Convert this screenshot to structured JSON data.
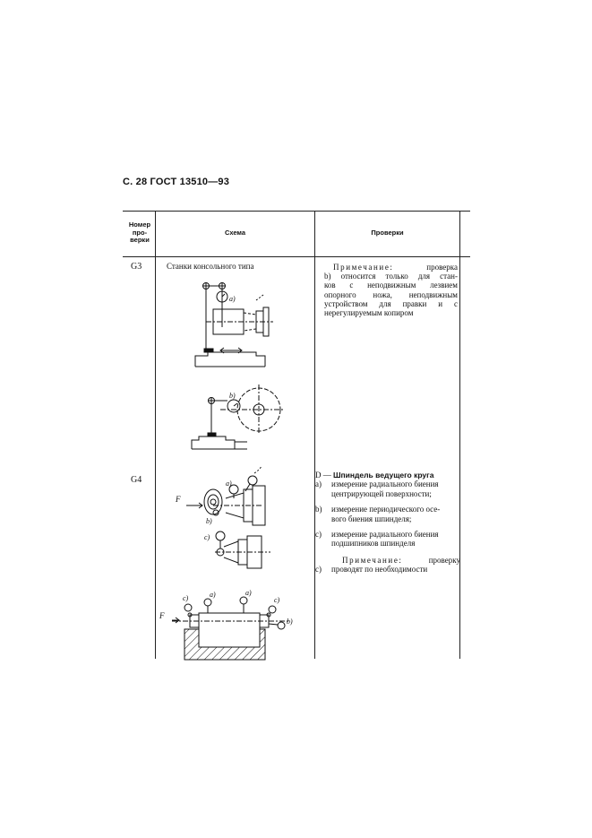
{
  "page_header": "С. 28 ГОСТ 13510—93",
  "columns": {
    "number": [
      "Номер",
      "про-",
      "верки"
    ],
    "scheme": "Схема",
    "checks": "Проверки"
  },
  "rows": [
    {
      "number": "G3",
      "scheme_caption": "Станки консольного типа",
      "figure_labels": [
        "a)",
        "b)"
      ],
      "checks": {
        "note_label": "Примечание:",
        "note_word": "проверка",
        "note_lines": [
          "b) относится только для стан-",
          "ков с неподвижным лезвием",
          "опорного ножа, неподвижным",
          "устройством для правки и с",
          "нерегулируемым копиром"
        ]
      }
    },
    {
      "number": "G4",
      "figure_labels": [
        "a)",
        "b)",
        "c)",
        "F"
      ],
      "checks": {
        "section_prefix": "D —",
        "section_title": "Шпиндель ведущего круга",
        "items": [
          {
            "marker": "a)",
            "lines": [
              "измерение радиального биения",
              "центрирующей поверхности;"
            ]
          },
          {
            "marker": "b)",
            "lines": [
              "измерение периодического осе-",
              "вого биения шпинделя;"
            ]
          },
          {
            "marker": "c)",
            "lines": [
              "измерение радиального биения",
              "подшипников шпинделя"
            ]
          }
        ],
        "note_label": "Примечание:",
        "note_word": "проверку",
        "note_marker": "c)",
        "note_line2": "проводят по необходимости"
      }
    }
  ]
}
